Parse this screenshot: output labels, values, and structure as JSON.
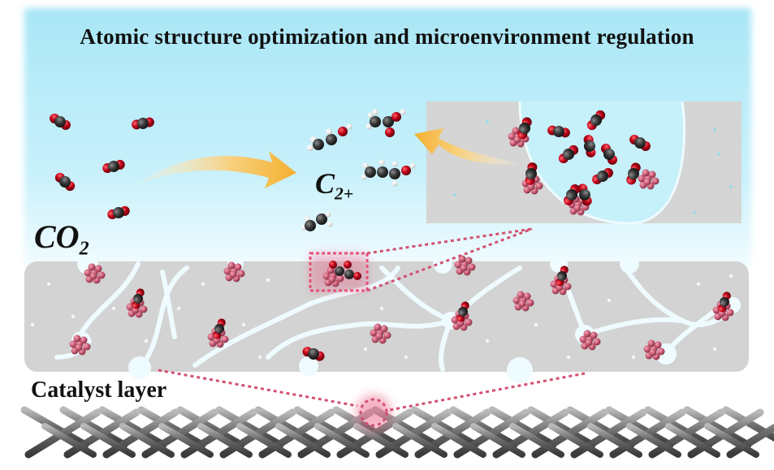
{
  "title": "Atomic structure optimization and microenvironment regulation",
  "labels": {
    "reactant_main": "CO",
    "reactant_sub": "2",
    "product_main": "C",
    "product_sub": "2+",
    "layer": "Catalyst layer"
  },
  "colors": {
    "sky_top": "#b7ecf9",
    "sky_bottom": "#eafaff",
    "catalyst_gray": "#d3d3d3",
    "pore_channel": "#eefbff",
    "carbon": "#333333",
    "oxygen": "#c0001a",
    "hydrogen": "#f2f2f2",
    "metal_cluster": "#c85a74",
    "arrow": "#f5b53d",
    "highlight": "#e8507a",
    "mesh": "#777777"
  }
}
